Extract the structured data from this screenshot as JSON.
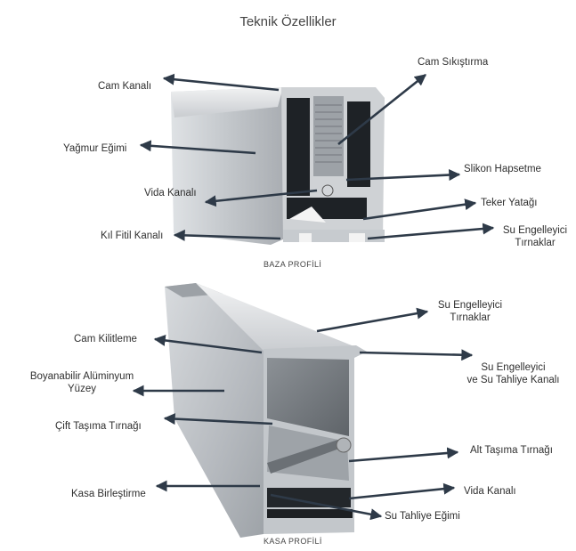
{
  "title": "Teknik Özellikler",
  "baza": {
    "caption": "BAZA PROFİLİ",
    "labels": {
      "cam_kanali": "Cam Kanalı",
      "yagmur_egimi": "Yağmur Eğimi",
      "vida_kanali": "Vida Kanalı",
      "kil_fitil_kanali": "Kıl Fitil Kanalı",
      "cam_sikistirma": "Cam Sıkıştırma",
      "silikon_hapsetme": "Slikon Hapsetme",
      "teker_yatagi": "Teker Yatağı",
      "su_engelleyici_1": "Su Engelleyici",
      "su_engelleyici_2": "Tırnaklar"
    }
  },
  "kasa": {
    "caption": "KASA PROFİLİ",
    "labels": {
      "cam_kilitleme": "Cam Kilitleme",
      "boyanabilir_1": "Boyanabilir Alüminyum",
      "boyanabilir_2": "Yüzey",
      "cift_tasima": "Çift Taşıma Tırnağı",
      "kasa_birlestirme": "Kasa Birleştirme",
      "su_engelleyici_1": "Su Engelleyici",
      "su_engelleyici_2": "Tırnaklar",
      "su_tahliye_kanali_1": "Su Engelleyici",
      "su_tahliye_kanali_2": "ve Su Tahliye Kanalı",
      "alt_tasima": "Alt Taşıma Tırnağı",
      "vida_kanali": "Vida Kanalı",
      "su_tahliye_egimi": "Su Tahliye Eğimi"
    }
  },
  "colors": {
    "arrow": "#2e3a48",
    "metal_light": "#e4e6e8",
    "metal_mid": "#b9bdc1",
    "metal_dark": "#23272b"
  }
}
